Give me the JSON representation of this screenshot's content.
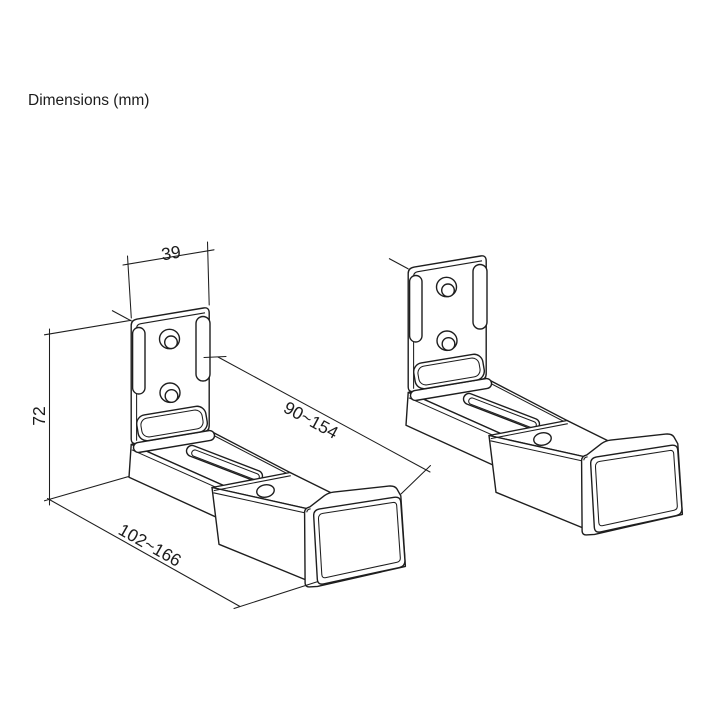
{
  "title": "Dimensions (mm)",
  "drawing": {
    "type": "isometric-technical-drawing",
    "subject": "pair of soundbar wall-mount brackets",
    "units": "mm",
    "dimensions": {
      "plate_width": "39",
      "height": "72",
      "inner_depth_range": "90~154",
      "overall_depth_range": "102~166"
    },
    "colors": {
      "line": "#1e1e1e",
      "background": "#ffffff"
    }
  }
}
